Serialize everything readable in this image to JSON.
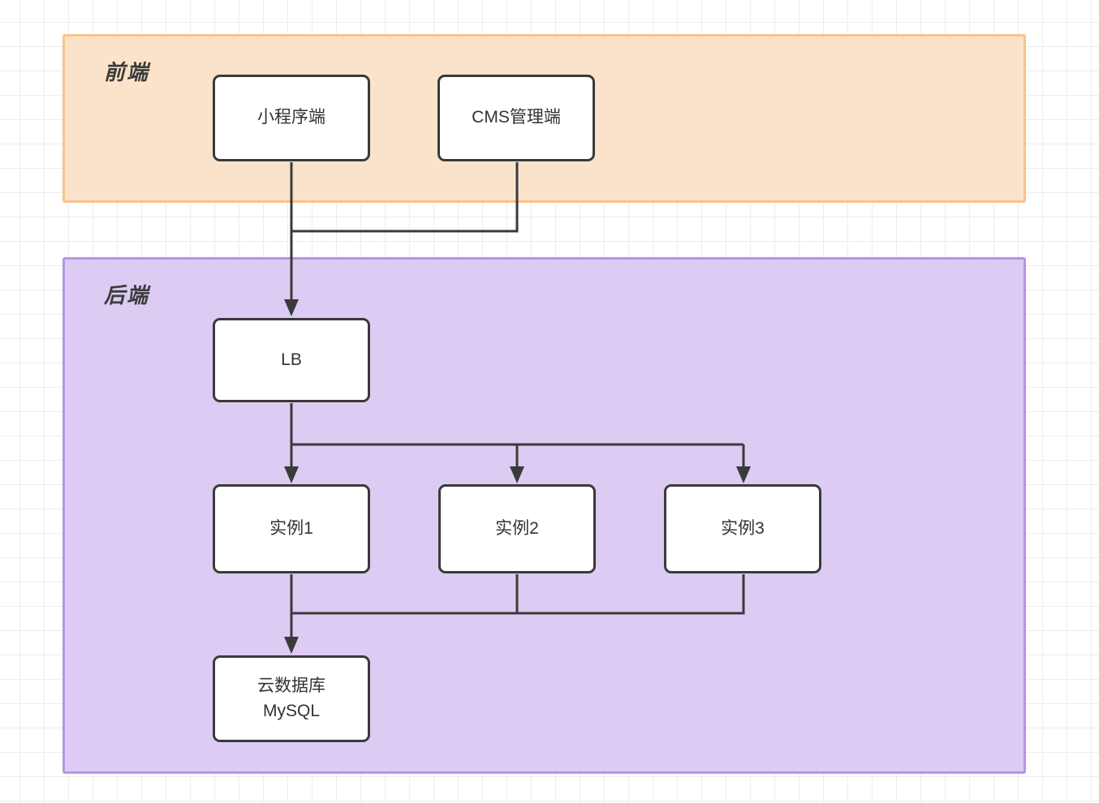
{
  "diagram": {
    "title": "Frontend-Backend architecture flowchart",
    "groups": {
      "frontend": {
        "label": "前端"
      },
      "backend": {
        "label": "后端"
      }
    },
    "nodes": {
      "miniprogram": {
        "label": "小程序端"
      },
      "cms": {
        "label": "CMS管理端"
      },
      "lb": {
        "label": "LB"
      },
      "instance1": {
        "label": "实例1"
      },
      "instance2": {
        "label": "实例2"
      },
      "instance3": {
        "label": "实例3"
      },
      "database": {
        "line1": "云数据库",
        "line2": "MySQL"
      }
    },
    "edges": [
      {
        "from": "miniprogram",
        "to": "lb"
      },
      {
        "from": "cms",
        "to": "lb"
      },
      {
        "from": "lb",
        "to": "instance1"
      },
      {
        "from": "lb",
        "to": "instance2"
      },
      {
        "from": "lb",
        "to": "instance3"
      },
      {
        "from": "instance1",
        "to": "database"
      },
      {
        "from": "instance2",
        "to": "database"
      },
      {
        "from": "instance3",
        "to": "database"
      }
    ],
    "colors": {
      "frontend_fill": "#FAE3CA",
      "frontend_border": "#F6C48A",
      "backend_fill": "#DCCBF2",
      "backend_border": "#B794E9",
      "node_fill": "#FFFFFF",
      "node_border": "#3A3A3A",
      "connector": "#3A3A3A",
      "text": "#333333",
      "grid_line": "#EDEDED",
      "background": "#FFFFFF"
    }
  }
}
